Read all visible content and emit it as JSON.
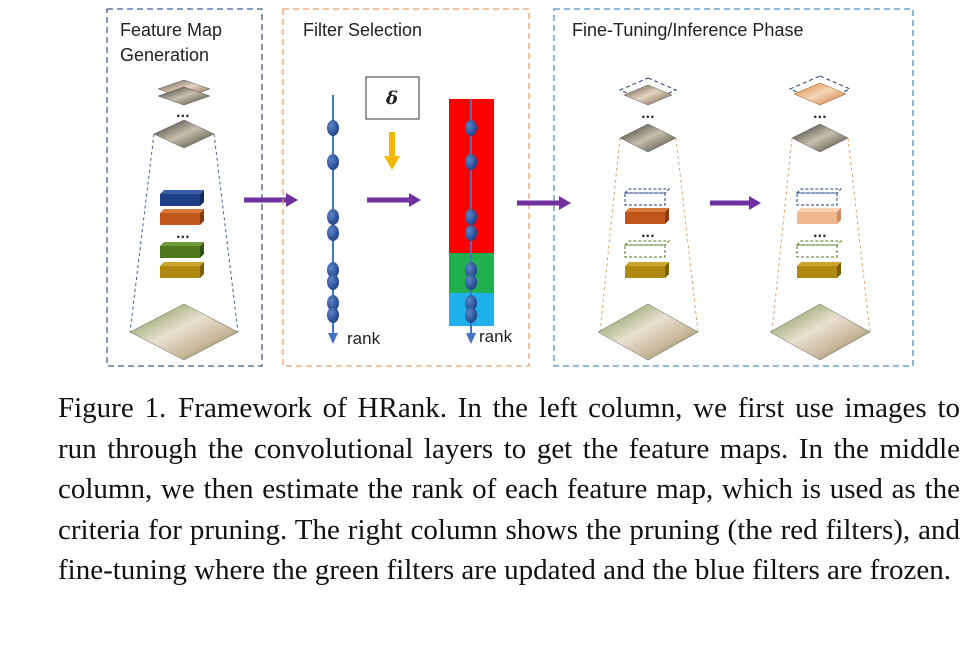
{
  "panels": {
    "left": {
      "title_line1": "Feature Map",
      "title_line2": "Generation"
    },
    "middle": {
      "title": "Filter Selection",
      "delta_symbol": "δ",
      "rank_label_a": "rank",
      "rank_label_b": "rank"
    },
    "right": {
      "title": "Fine-Tuning/Inference Phase"
    }
  },
  "ellipsis": "...",
  "colors": {
    "left_border": "#3a5f9a",
    "middle_border": "#e8a06a",
    "right_border": "#4f8fc0",
    "arrow": "#7030a0",
    "pruned_red": "#ff0000",
    "updated_green": "#1fb050",
    "frozen_blue": "#1fb0ee",
    "rank_axis": "#4472c4",
    "delta_arrow": "#f5b800",
    "filter_blue": "#1f3f86",
    "filter_orange": "#c0561b",
    "filter_green": "#4e7a1d",
    "filter_gold": "#b08a10"
  },
  "caption": {
    "figure_number": "Figure 1.",
    "text": "Framework of HRank. In the left column, we first use images to run through the convolutional layers to get the feature maps. In the middle column, we then estimate the rank of each feature map, which is used as the criteria for pruning. The right column shows the pruning (the red filters), and fine-tuning where the green filters are updated and the blue filters are frozen."
  }
}
